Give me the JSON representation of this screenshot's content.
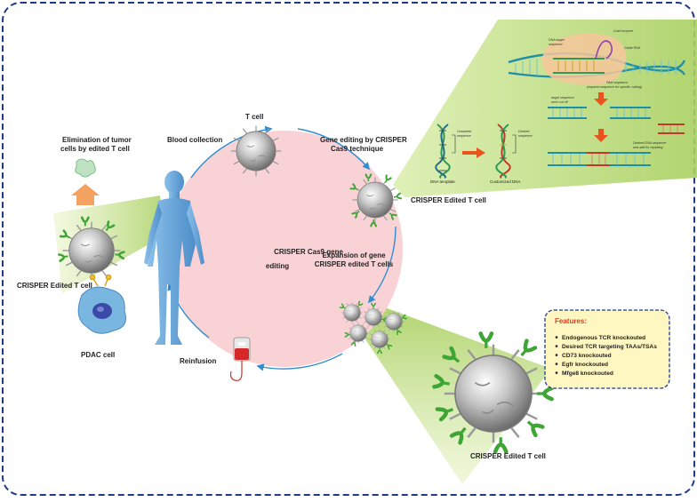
{
  "labels": {
    "center_title_line1": "CRISPER Cas9 gene",
    "center_title_line2": "editing",
    "blood_collection": "Blood collection",
    "t_cell": "T cell",
    "gene_editing_line1": "Gene editing by CRISPER",
    "gene_editing_line2": "Cas9 technique",
    "crisper_edited_t_cell_right": "CRISPER Edited T cell",
    "crisper_edited_t_cell_left": "CRISPER Edited T cell",
    "crisper_edited_t_cell_bottom": "CRISPER Edited T cell",
    "expansion_line1": "Expansion of gene",
    "expansion_line2": "CRISPER edited T cells",
    "reinfusion": "Reinfusion",
    "pdac_cell": "PDAC cell",
    "elimination_line1": "Elimination of tumor",
    "elimination_line2": "cells by edited T cell"
  },
  "dna_panel": {
    "unwanted_line1": "Unwanted",
    "unwanted_line2": "sequence",
    "desired_line1": "Desired",
    "desired_line2": "sequence",
    "dna_template": "DNA template",
    "customized_dna": "Customized DNA",
    "cas9_enzyme": "Cas9 enzyme",
    "guide_rna": "Guide RNA",
    "dna_target_line1": "DNA target",
    "dna_target_line2": "sequence",
    "pam_line1": "PAM sequence",
    "pam_line2": "(required sequence for specific cutting)",
    "target_cut_line1": "target sequence",
    "target_cut_line2": "were cut off",
    "desired_add_line1": "Desired DNA sequence",
    "desired_add_line2": "was add for repairing"
  },
  "features": {
    "title": "Features:",
    "items": [
      "Endogenous TCR knockouted",
      "Desired TCR targeting TAAs/TSAs",
      "CD73 knockouted",
      "Egfr knockouted",
      "Mfge8 knockouted"
    ]
  },
  "colors": {
    "frame": "#1f3a8a",
    "circle_fill": "#f9d2d6",
    "cycle_arrow": "#2f8ed0",
    "body": "#6fa8dc",
    "receptor": "#3fa535",
    "up_arrow": "#f4a261",
    "cone_green": "#c8e08a",
    "features_title": "#e03a1e",
    "features_bg": "#fff7c2",
    "features_border": "#1f3a8a",
    "orange_arrow": "#e8531e"
  }
}
